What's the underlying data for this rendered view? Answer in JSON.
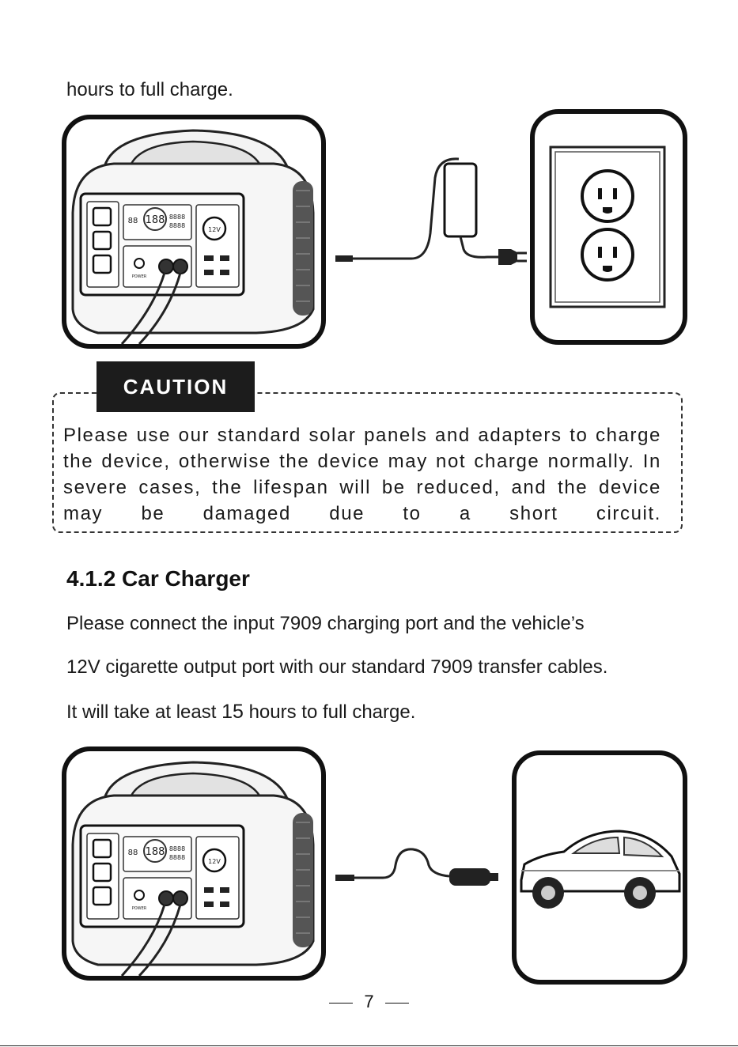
{
  "intro": {
    "line": "hours to full charge."
  },
  "caution": {
    "label": "CAUTION",
    "text": "Please use our standard solar panels and adapters to charge the device, otherwise the device may not charge normally. In severe cases, the lifespan will be reduced, and the device may be damaged due to a short circuit."
  },
  "section": {
    "title": "4.1.2 Car Charger",
    "lines": [
      "Please connect the input 7909 charging port and the vehicle’s",
      "12V cigarette output port with our standard 7909 transfer cables."
    ],
    "hours_prefix": "It will take at least",
    "hours_value": "15",
    "hours_suffix": "hours to full charge."
  },
  "device_labels": {
    "power": "POWER",
    "voltage": "12V",
    "lcd_digits": "188",
    "lcd_small": "88",
    "lcd_readout": "8888"
  },
  "page": {
    "number": "7"
  }
}
